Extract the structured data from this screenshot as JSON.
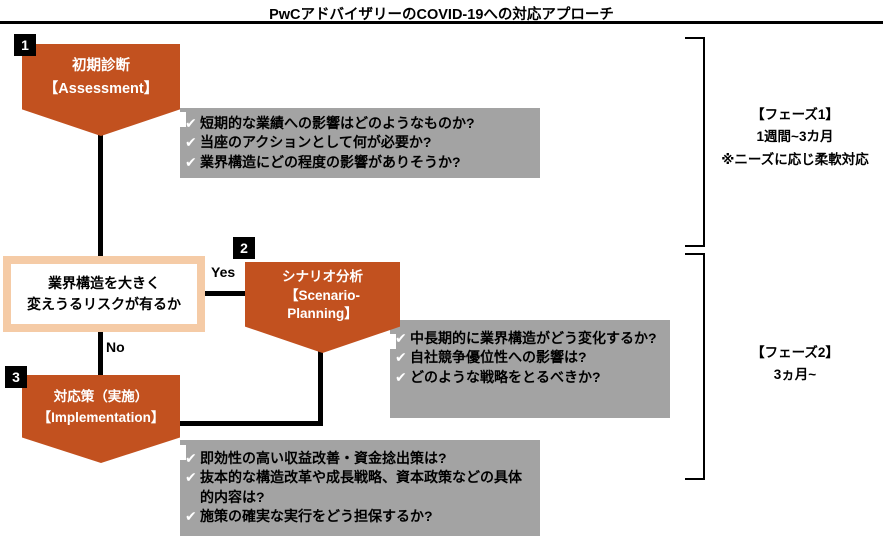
{
  "title": "PwCアドバイザリーのCOVID-19への対応アプローチ",
  "icons": {
    "check": "✔"
  },
  "labels": {
    "yes": "Yes",
    "no": "No"
  },
  "nodes": {
    "assessment": {
      "number": "1",
      "lines": [
        "初期診断",
        "【Assessment】"
      ]
    },
    "decision": {
      "lines": [
        "業界構造を大きく",
        "変えうるリスクが有るか"
      ]
    },
    "scenario": {
      "number": "2",
      "lines": [
        "シナリオ分析",
        "【Scenario-",
        "Planning】"
      ]
    },
    "implementation": {
      "number": "3",
      "lines": [
        "対応策（実施）",
        "【Implementation】"
      ]
    }
  },
  "checklists": {
    "assessment": [
      "短期的な業績への影響はどのようなものか?",
      "当座のアクションとして何が必要か?",
      "業界構造にどの程度の影響がありそうか?"
    ],
    "scenario": [
      "中長期的に業界構造がどう変化するか?",
      "自社競争優位性への影響は?",
      "どのような戦略をとるべきか?"
    ],
    "implementation": [
      "即効性の高い収益改善・資金捻出策は?",
      "抜本的な構造改革や成長戦略、資本政策などの具体的内容は?",
      "施策の確実な実行をどう担保するか?"
    ]
  },
  "phases": {
    "phase1": {
      "title": "【フェーズ1】",
      "duration": "1週間~3カ月",
      "note": "※ニーズに応じ柔軟対応"
    },
    "phase2": {
      "title": "【フェーズ2】",
      "duration": "3ヵ月~"
    }
  },
  "colors": {
    "orange": "#C2511F",
    "peach": "#F5CBA6",
    "gray": "#A3A3A3"
  }
}
